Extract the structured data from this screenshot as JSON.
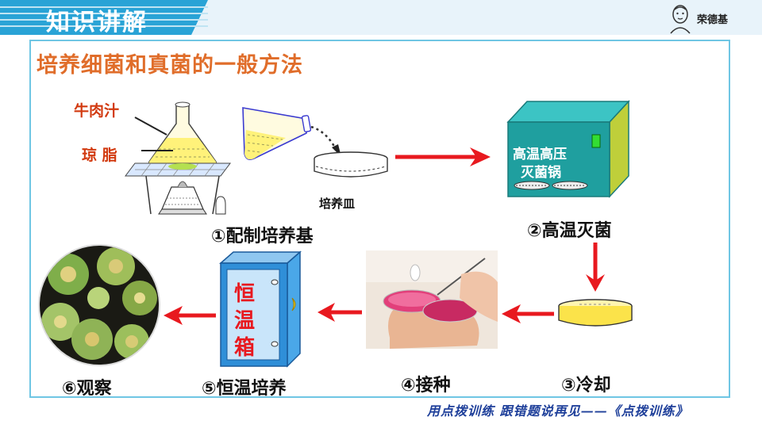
{
  "header": {
    "title": "知识讲解",
    "logo_text": "荣德基"
  },
  "main_title": "培养细菌和真菌的一般方法",
  "labels": {
    "beef_broth": "牛肉汁",
    "agar": "琼 脂",
    "petri_dish": "培养皿",
    "autoclave_line1": "高温高压",
    "autoclave_line2": "灭菌锅",
    "incubator_line1": "恒",
    "incubator_line2": "温",
    "incubator_line3": "箱"
  },
  "steps": [
    {
      "label": "①配制培养基"
    },
    {
      "label": "②高温灭菌"
    },
    {
      "label": "③冷却"
    },
    {
      "label": "④接种"
    },
    {
      "label": "⑤恒温培养"
    },
    {
      "label": "⑥观察"
    }
  ],
  "footer": "用点拨训练 跟错题说再见——《点拨训练》",
  "colors": {
    "header_blue": "#29a3d6",
    "title_orange": "#e06d2a",
    "arrow_red": "#e8191f",
    "autoclave_teal": "#1f9f9f",
    "incubator_blue": "#2f8fd8",
    "footer_blue": "#1e3f9a"
  }
}
